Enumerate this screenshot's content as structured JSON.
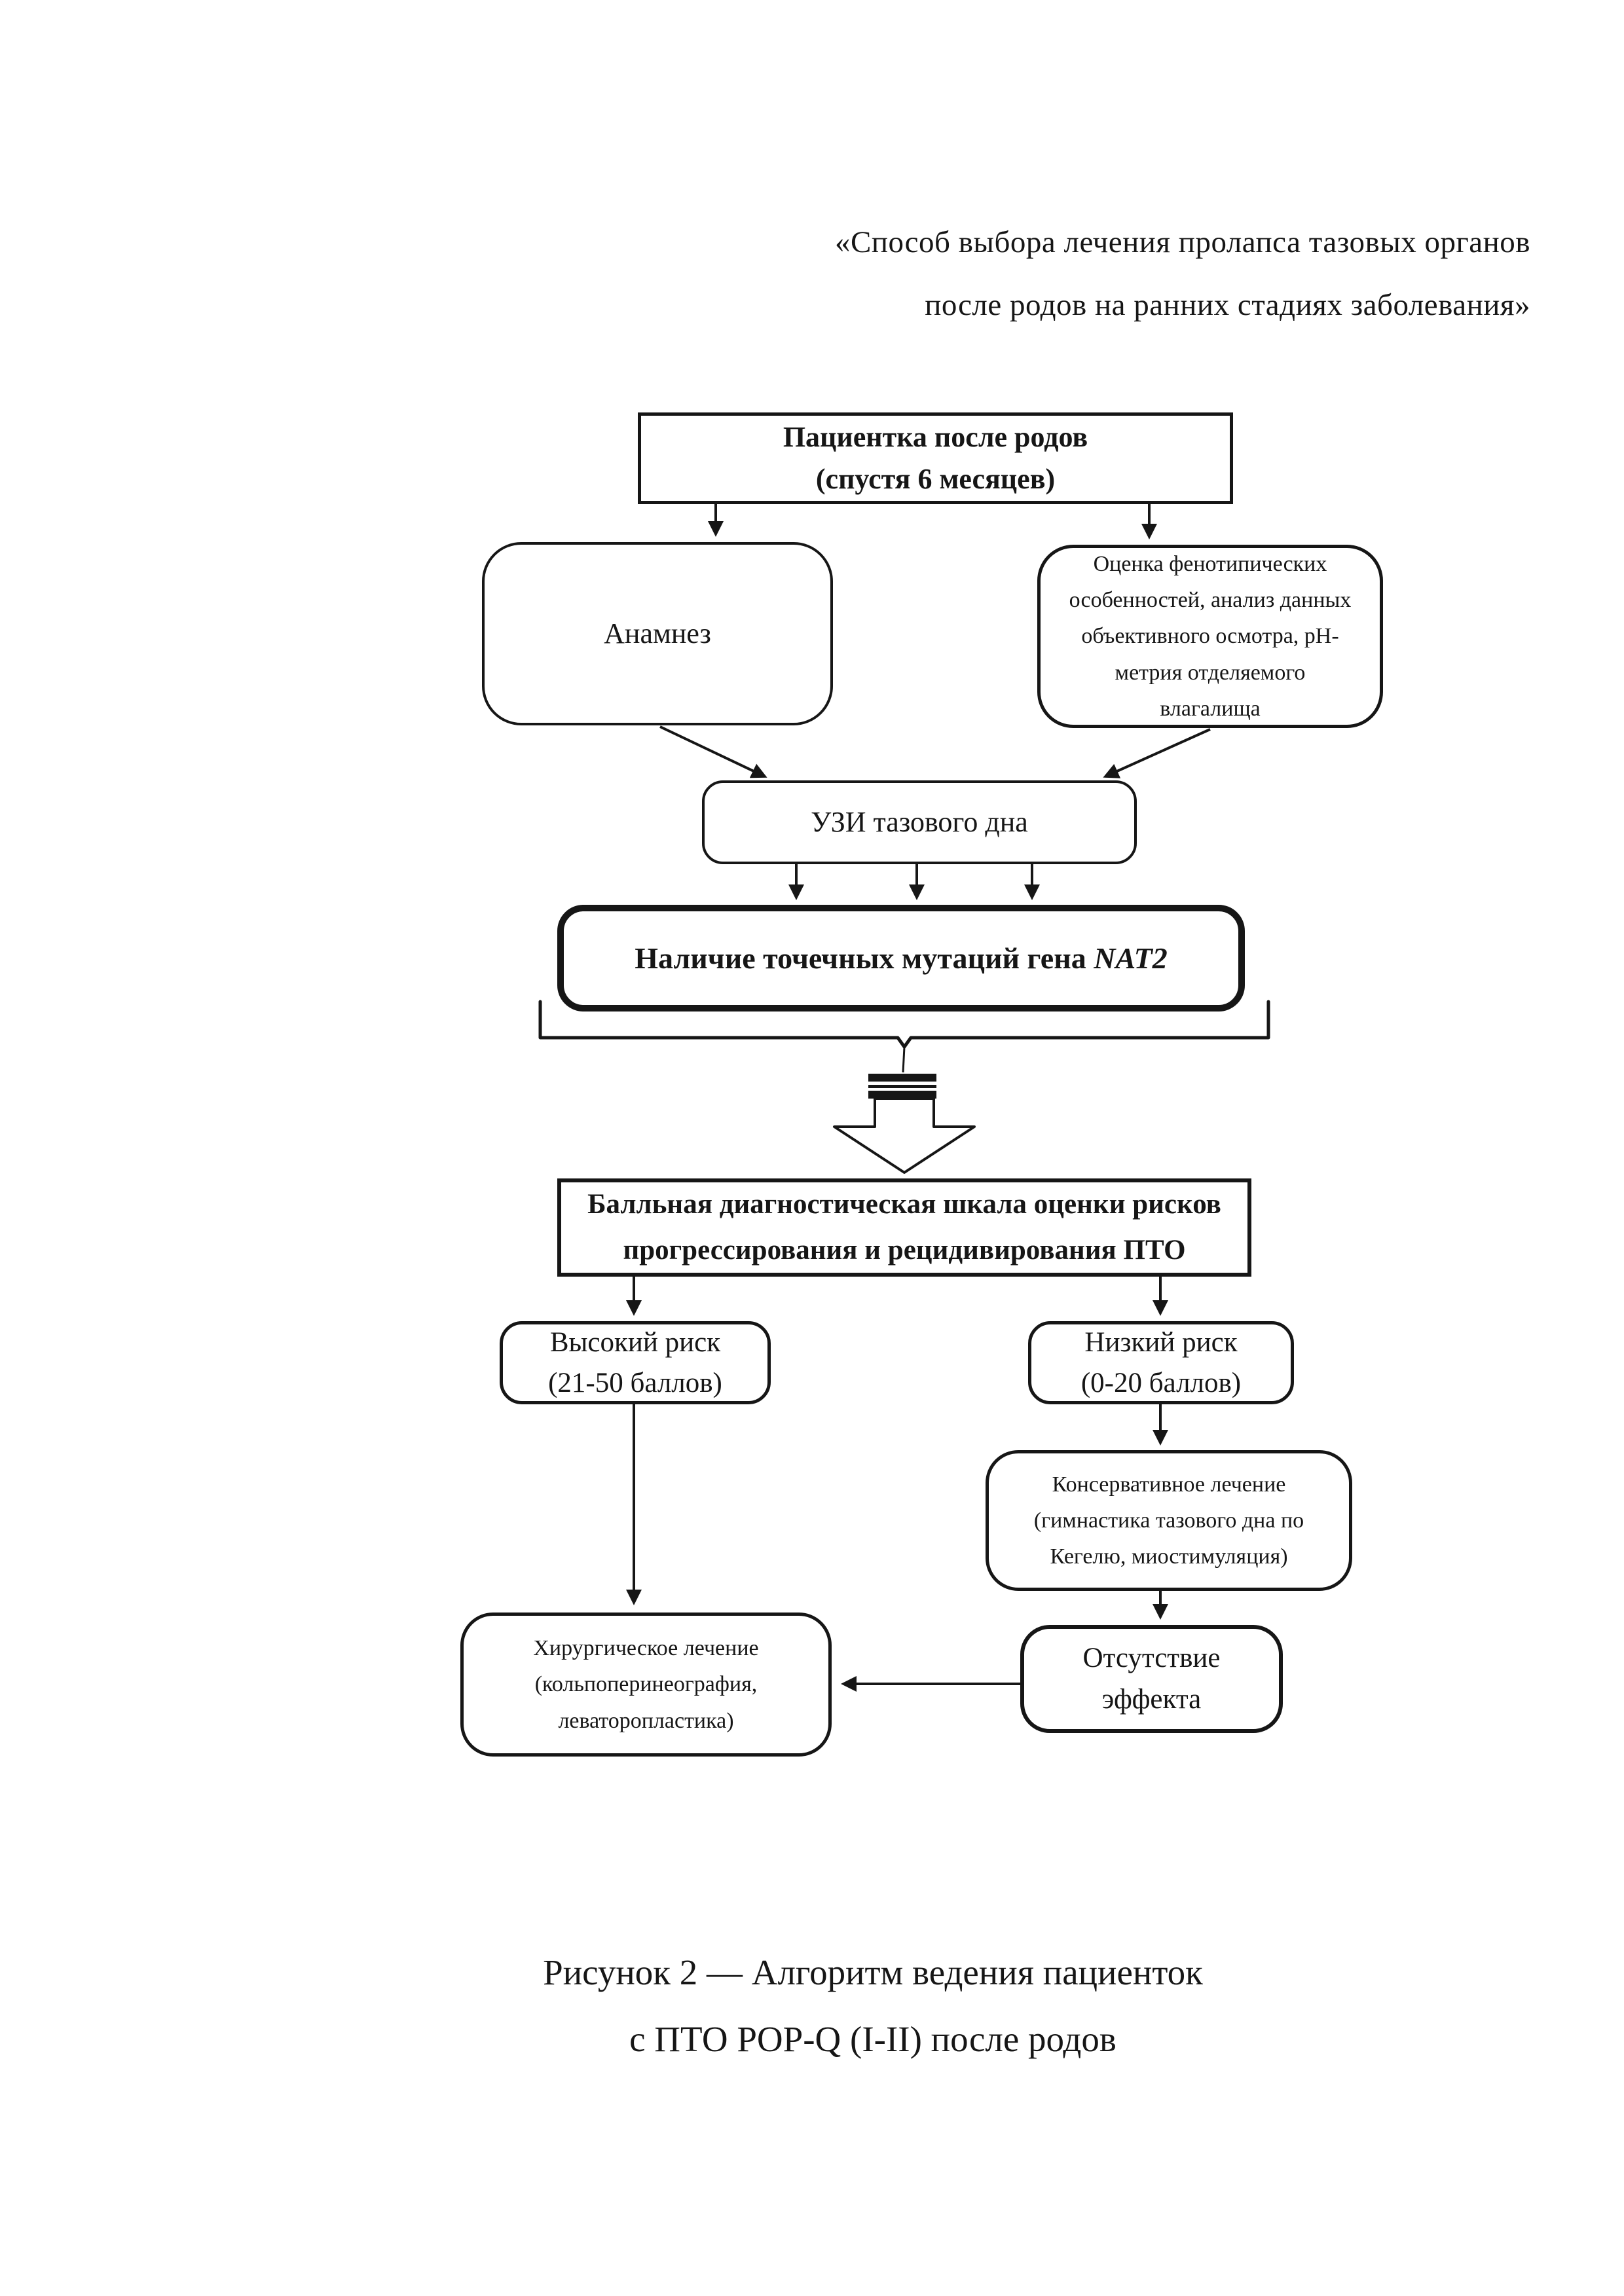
{
  "colors": {
    "ink": "#161616",
    "paper": "#ffffff"
  },
  "header": {
    "line1": "«Способ выбора лечения пролапса тазовых органов",
    "line2": "после родов на ранних стадиях заболевания»"
  },
  "flowchart": {
    "patient": {
      "line1": "Пациентка после родов",
      "line2": "(спустя 6 месяцев)"
    },
    "anamnesis": {
      "label": "Анамнез"
    },
    "phenotype": {
      "label": "Оценка фенотипических особенностей, анализ данных объективного осмотра, pH-метрия отделяемого влагалища"
    },
    "ultrasound": {
      "label": "УЗИ тазового дна"
    },
    "nat2": {
      "prefix": "Наличие точечных мутаций гена ",
      "gene": "NAT2"
    },
    "scale": {
      "line1": "Балльная диагностическая шкала оценки рисков",
      "line2": "прогрессирования и рецидивирования ПТО"
    },
    "high_risk": {
      "line1": "Высокий риск",
      "line2": "(21-50 баллов)"
    },
    "low_risk": {
      "line1": "Низкий риск",
      "line2": "(0-20 баллов)"
    },
    "conservative": {
      "label": "Консервативное лечение (гимнастика тазового дна по Кегелю, миостимуляция)"
    },
    "no_effect": {
      "line1": "Отсутствие",
      "line2": "эффекта"
    },
    "surgical": {
      "label": "Хирургическое лечение (кольпоперинеография, леваторопластика)"
    }
  },
  "caption": {
    "line1": "Рисунок 2 — Алгоритм ведения пациенток",
    "line2": "с ПТО POP-Q (I-II) после родов"
  }
}
